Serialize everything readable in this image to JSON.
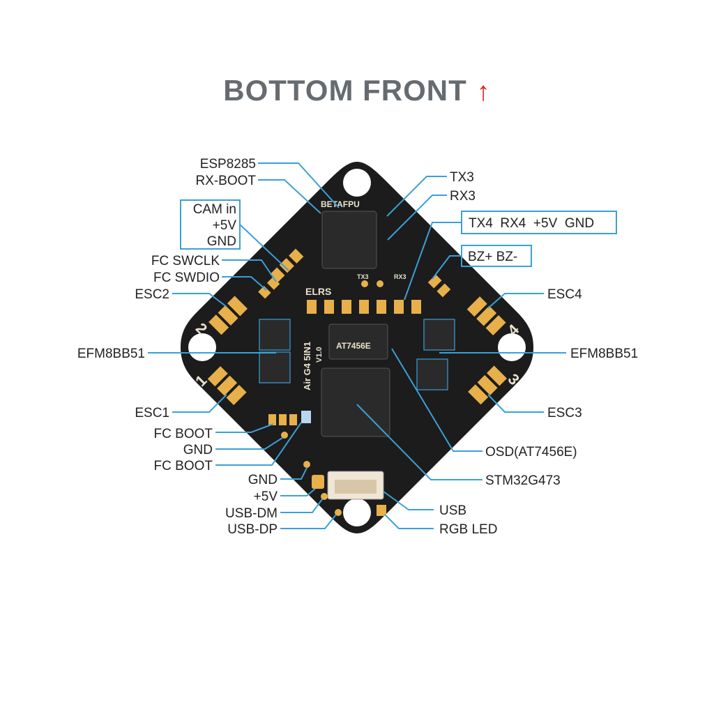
{
  "title": "BOTTOM FRONT",
  "title_arrow": "↑",
  "board_silkscreen": {
    "brand": "BETAFPU",
    "elrs": "ELRS",
    "model": "Air G4 5IN1",
    "version": "V1.0",
    "tx3": "TX3",
    "rx3": "RX3",
    "esc_numbers": [
      "1",
      "2",
      "3",
      "4"
    ],
    "osd_chip_text": "AT7456E"
  },
  "labels": {
    "esp8285": "ESP8285",
    "rx_boot": "RX-BOOT",
    "tx3": "TX3",
    "rx3": "RX3",
    "cam_in": "CAM in",
    "cam_5v": "+5V",
    "cam_gnd": "GND",
    "uart4": "TX4  RX4  +5V  GND",
    "buzzer": "BZ+ BZ-",
    "fc_swclk": "FC SWCLK",
    "fc_swdio": "FC SWDIO",
    "esc2": "ESC2",
    "esc4": "ESC4",
    "efm_left": "EFM8BB51",
    "efm_right": "EFM8BB51",
    "esc1": "ESC1",
    "esc3": "ESC3",
    "fc_boot_1": "FC BOOT",
    "gnd_1": "GND",
    "fc_boot_2": "FC BOOT",
    "osd": "OSD(AT7456E)",
    "gnd_2": "GND",
    "plus5v": "+5V",
    "stm32": "STM32G473",
    "usb_dm": "USB-DM",
    "usb": "USB",
    "usb_dp": "USB-DP",
    "rgb_led": "RGB LED"
  },
  "colors": {
    "title": "#666b70",
    "arrow": "#e0241b",
    "board": "#1c1c1c",
    "pad": "#e8b04a",
    "leader": "#3aa0d8",
    "chip": "#2a2a2a",
    "text": "#222222"
  }
}
